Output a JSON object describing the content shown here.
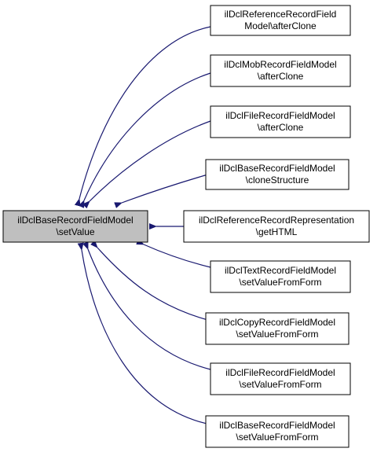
{
  "graph": {
    "root": {
      "line1": "ilDclBaseRecordFieldModel",
      "line2": "\\setValue"
    },
    "callers": [
      {
        "line1": "ilDclReferenceRecordField",
        "line2": "Model\\afterClone"
      },
      {
        "line1": "ilDclMobRecordFieldModel",
        "line2": "\\afterClone"
      },
      {
        "line1": "ilDclFileRecordFieldModel",
        "line2": "\\afterClone"
      },
      {
        "line1": "ilDclBaseRecordFieldModel",
        "line2": "\\cloneStructure"
      },
      {
        "line1": "ilDclReferenceRecordRepresentation",
        "line2": "\\getHTML"
      },
      {
        "line1": "ilDclTextRecordFieldModel",
        "line2": "\\setValueFromForm"
      },
      {
        "line1": "ilDclCopyRecordFieldModel",
        "line2": "\\setValueFromForm"
      },
      {
        "line1": "ilDclFileRecordFieldModel",
        "line2": "\\setValueFromForm"
      },
      {
        "line1": "ilDclBaseRecordFieldModel",
        "line2": "\\setValueFromForm"
      }
    ],
    "colors": {
      "edge": "#191970",
      "root_fill": "#bfbfbf",
      "node_fill": "#ffffff",
      "node_border": "#000000"
    }
  }
}
